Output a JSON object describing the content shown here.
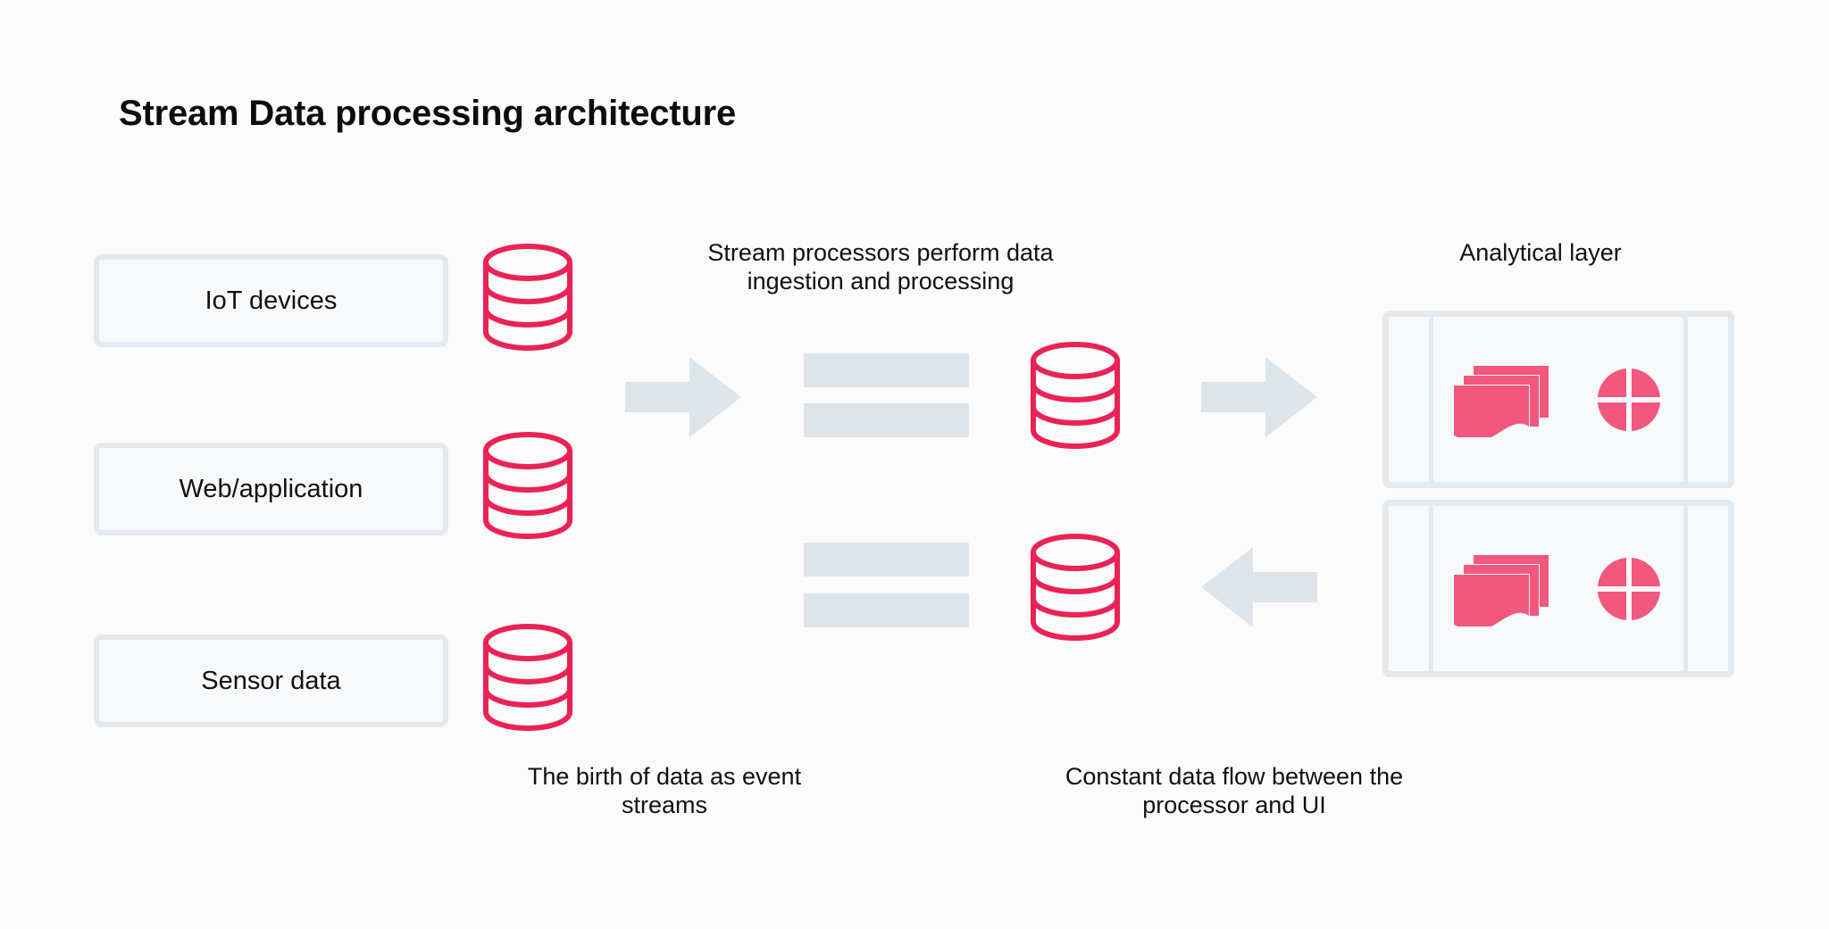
{
  "page": {
    "title": "Stream Data processing architecture",
    "background": "#FBFBFC"
  },
  "colors": {
    "accent_crimson": "#EA2256",
    "accent_pink": "#F2577D",
    "panel_fill": "#F7F9FB",
    "panel_border": "#E3EAEF",
    "arrow_fill": "#DDE5EA",
    "bar_fill": "#DDE5EA",
    "text": "#111111"
  },
  "sources": {
    "items": [
      {
        "label": "IoT devices"
      },
      {
        "label": "Web/application"
      },
      {
        "label": "Sensor data"
      }
    ]
  },
  "databases": {
    "icon": "database-cylinder-icon",
    "count": 5,
    "bands": 3
  },
  "arrows": [
    {
      "name": "arrow-ingest-right",
      "direction": "right"
    },
    {
      "name": "arrow-to-analytics-right",
      "direction": "right"
    },
    {
      "name": "arrow-from-analytics-left",
      "direction": "left"
    }
  ],
  "processor": {
    "caption": "Stream processors perform data ingestion and processing",
    "bar_rows": 4
  },
  "analytical": {
    "caption": "Analytical layer",
    "panels": [
      {
        "icons": [
          "stacked-cards-icon",
          "pie-chart-icon"
        ]
      },
      {
        "icons": [
          "stacked-cards-icon",
          "pie-chart-icon"
        ]
      }
    ]
  },
  "captions": {
    "birth_of_data": "The birth of data as event streams",
    "constant_flow": "Constant data flow between the processor and UI"
  }
}
